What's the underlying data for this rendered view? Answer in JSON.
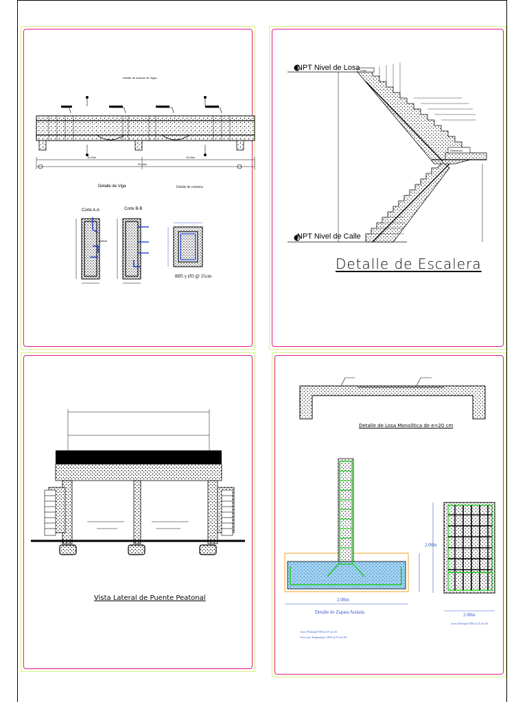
{
  "sheet": {
    "panels": {
      "beams": {
        "plan_title": "Detalle de Armado de Vigas",
        "span_left": "10.00m",
        "span_right": "10.00m",
        "span_total": "20.00m",
        "beam_detail_title": "Detalle de Viga",
        "column_detail_title": "Detalle de columna",
        "section_a_title": "Corte A-A",
        "section_b_title": "Corte B-B",
        "column_spec": "8Ø5 y Ø3 @ 15cm",
        "bar_callout": "6Ø5/8"
      },
      "stair": {
        "top_level": "NPT Nivel de Losa",
        "bottom_level": "NPT Nivel de Calle",
        "title": "Detalle de Escalera",
        "losa_box": "Losa",
        "landing_box": "Descanso"
      },
      "bridge": {
        "title": "Vista Lateral de Puente Peatonal"
      },
      "foundation": {
        "slab_title": "Detalle de Losa Monolítica de e=20 cm",
        "footing_title": "Detalle de Zapata Aislada",
        "footing_width": "2.00m",
        "plan_height": "2.00m",
        "plan_width": "2.00m",
        "note_main": "Acero Principal 7Ø6 @ 25 cm A6",
        "note_temp": "Acero por Temperatura 13Ø3 @ 15 cm A6",
        "note_plan": "Acero Principal 7Ø6 @ 25 cm A6"
      }
    }
  },
  "colors": {
    "panel_outer": "#d9f27a",
    "panel_inner": "#e0197a",
    "rebar_blue": "#1f3fd0",
    "rebar_green": "#22cc22",
    "footing_fill": "#9fd3f5",
    "footing_outline": "#f0a020",
    "dim_blue": "#3355cc"
  }
}
